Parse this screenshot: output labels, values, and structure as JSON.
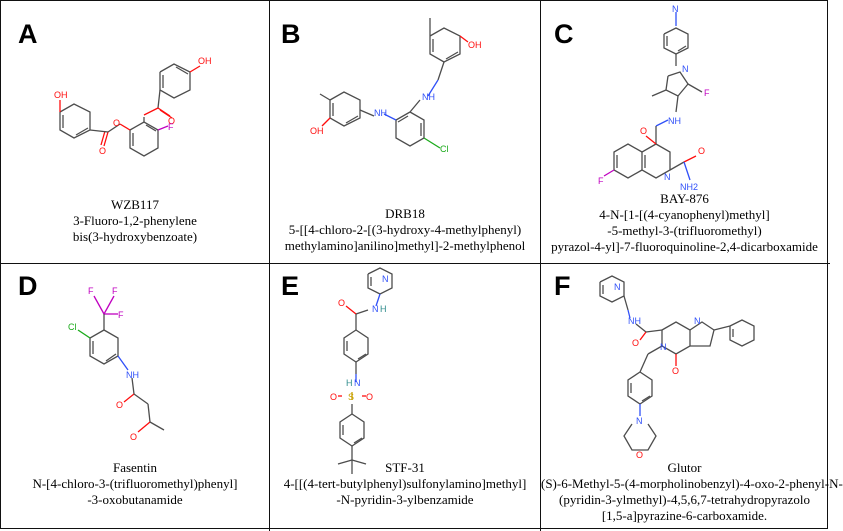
{
  "panels": [
    {
      "letter": "A",
      "lines": [
        "WZB117",
        "3-Fluoro-1,2-phenylene",
        "bis(3-hydroxybenzoate)"
      ]
    },
    {
      "letter": "B",
      "lines": [
        "DRB18",
        "5-[[4-chloro-2-[(3-hydroxy-4-methylphenyl)",
        "methylamino]anilino]methyl]-2-methylphenol"
      ]
    },
    {
      "letter": "C",
      "lines": [
        "BAY-876",
        "4-N-[1-[(4-cyanophenyl)methyl]",
        "-5-methyl-3-(trifluoromethyl)",
        "pyrazol-4-yl]-7-fluoroquinoline-2,4-dicarboxamide"
      ]
    },
    {
      "letter": "D",
      "lines": [
        "Fasentin",
        "N-[4-chloro-3-(trifluoromethyl)phenyl]",
        "-3-oxobutanamide"
      ]
    },
    {
      "letter": "E",
      "lines": [
        "STF-31",
        "4-[[(4-tert-butylphenyl)sulfonylamino]methyl]",
        "-N-pyridin-3-ylbenzamide"
      ]
    },
    {
      "letter": "F",
      "lines": [
        "Glutor",
        "(S)-6-Methyl-5-(4-morpholinobenzyl)-4-oxo-2-phenyl-N-",
        "(pyridin-3-ylmethyl)-4,5,6,7-tetrahydropyrazolo",
        "[1,5-a]pyrazine-6-carboxamide."
      ]
    }
  ],
  "atoms": {
    "O": "O",
    "OH": "OH",
    "F": "F",
    "Cl": "Cl",
    "N": "N",
    "H": "H",
    "NH": "NH",
    "NH2": "NH2",
    "S": "S"
  },
  "colors": {
    "bond": "#4d4d4d",
    "oxygen": "#ff0d0d",
    "nitrogen": "#3050f8",
    "fluorine": "#c000c0",
    "chlorine": "#1aaa1a",
    "sulfur": "#c8a000",
    "hydrogen": "#2e8b8b",
    "border": "#111111"
  }
}
